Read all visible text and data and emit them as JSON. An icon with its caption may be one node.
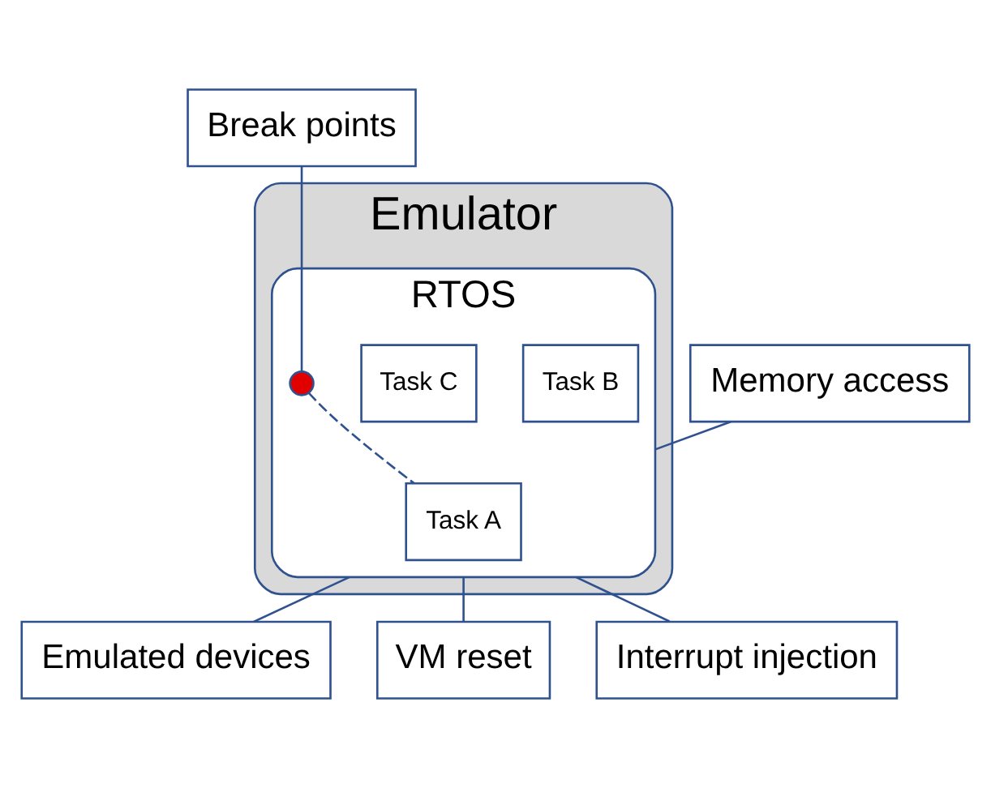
{
  "diagram": {
    "nodes": [
      {
        "text": [
          "Emulator"
        ]
      },
      {
        "text": [
          "RTOS"
        ],
        "in": 0
      },
      {
        "text": [
          "Task A"
        ],
        "in": 1
      },
      {
        "text": [
          "Task B"
        ],
        "in": 1
      },
      {
        "text": [
          "Task C"
        ],
        "in": 1
      },
      {
        "text": [],
        "shape": "circle",
        "in": 1
      },
      {
        "text": [
          "Break points"
        ]
      },
      {
        "text": [
          "Memory access"
        ]
      },
      {
        "text": [
          "Emulated devices"
        ]
      },
      {
        "text": [
          "VM reset"
        ]
      },
      {
        "text": [
          "Interrupt injection"
        ]
      }
    ],
    "edges": [
      {
        "from": 6,
        "to": 5,
        "arrow": "none"
      },
      {
        "from": 5,
        "to": 1,
        "arrow": "none",
        "style": "dashed"
      },
      {
        "from": 7,
        "to": 1,
        "arrow": "none"
      },
      {
        "from": 1,
        "to": 8,
        "arrow": "none"
      },
      {
        "from": 1,
        "to": 9,
        "arrow": "none"
      },
      {
        "from": 1,
        "to": 10,
        "arrow": "none"
      }
    ]
  }
}
